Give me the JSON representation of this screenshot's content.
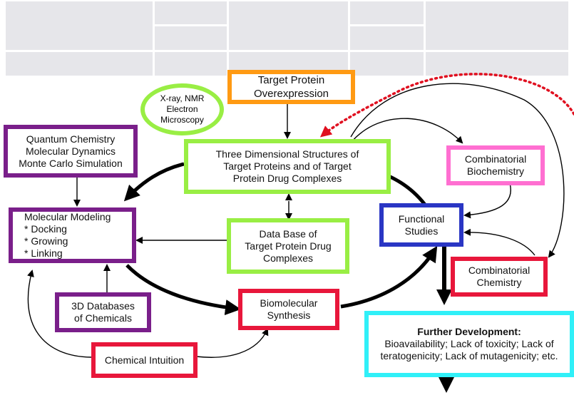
{
  "colors": {
    "orange": "#ff9a13",
    "green": "#99ee44",
    "purple": "#7a1f8a",
    "magenta": "#ff6fd1",
    "blue": "#2a36c4",
    "red": "#e8173b",
    "cyan": "#30f0f8",
    "dotted_arrow": "#e01020"
  },
  "nodes": {
    "overexpression": "Target Protein\nOverexpression",
    "xray": "X-ray, NMR\nElectron\nMicroscopy",
    "quantum": "Quantum Chemistry\nMolecular Dynamics\nMonte Carlo Simulation",
    "structures": "Three Dimensional Structures of\nTarget Proteins and of Target\nProtein Drug Complexes",
    "combi_biochem": "Combinatorial\nBiochemistry",
    "molecular_modeling": "Molecular Modeling\n   * Docking\n   * Growing\n   * Linking",
    "database": "Data Base of\nTarget Protein Drug\nComplexes",
    "functional": "Functional\nStudies",
    "combi_chem": "Combinatorial\nChemistry",
    "databases_3d": "3D Databases\nof Chemicals",
    "biosynthesis": "Biomolecular\nSynthesis",
    "intuition": "Chemical Intuition",
    "further_title": "Further Development:",
    "further_body": "Bioavailability; Lack of toxicity; Lack of\nteratogenicity; Lack of mutagenicity; etc."
  }
}
